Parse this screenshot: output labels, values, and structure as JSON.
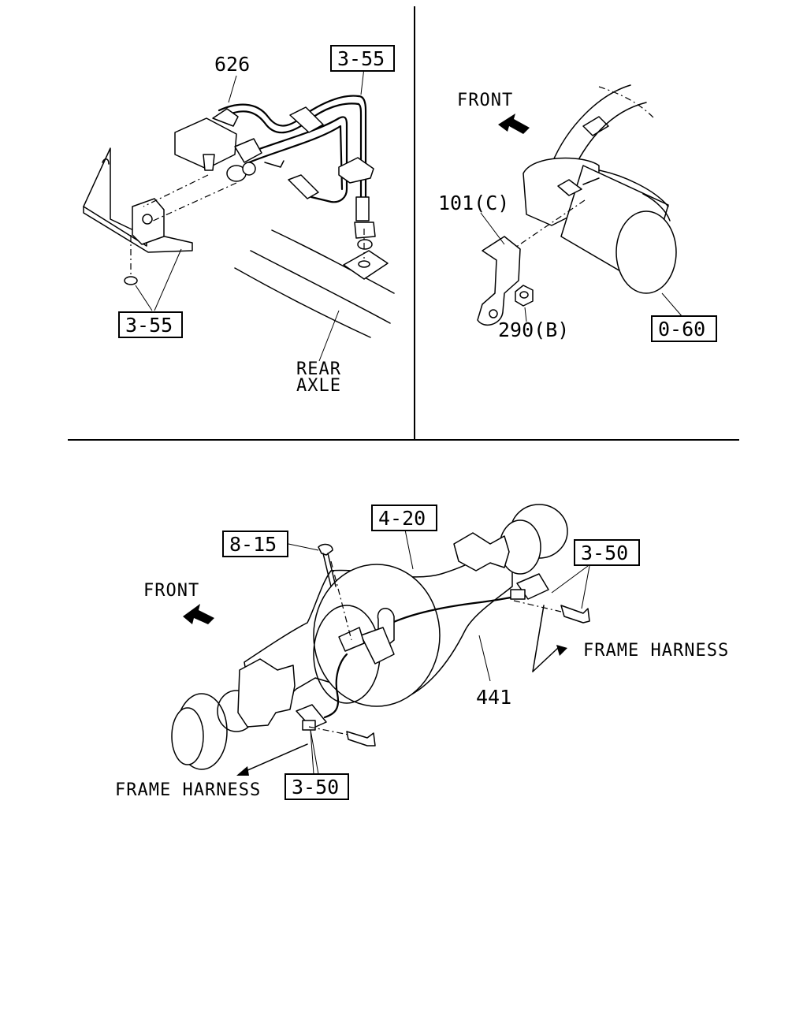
{
  "top_left": {
    "part_626": "626",
    "ref_355_top": "3-55",
    "ref_355_bottom": "3-55",
    "rear_axle_line1": "REAR",
    "rear_axle_line2": "AXLE"
  },
  "top_right": {
    "front": "FRONT",
    "part_101c": "101(C)",
    "part_290b": "290(B)",
    "ref_060": "0-60"
  },
  "bottom": {
    "front": "FRONT",
    "ref_815": "8-15",
    "ref_420": "4-20",
    "ref_350_right": "3-50",
    "ref_350_bottom": "3-50",
    "frame_harness_right": "FRAME HARNESS",
    "frame_harness_left": "FRAME HARNESS",
    "part_441": "441"
  }
}
